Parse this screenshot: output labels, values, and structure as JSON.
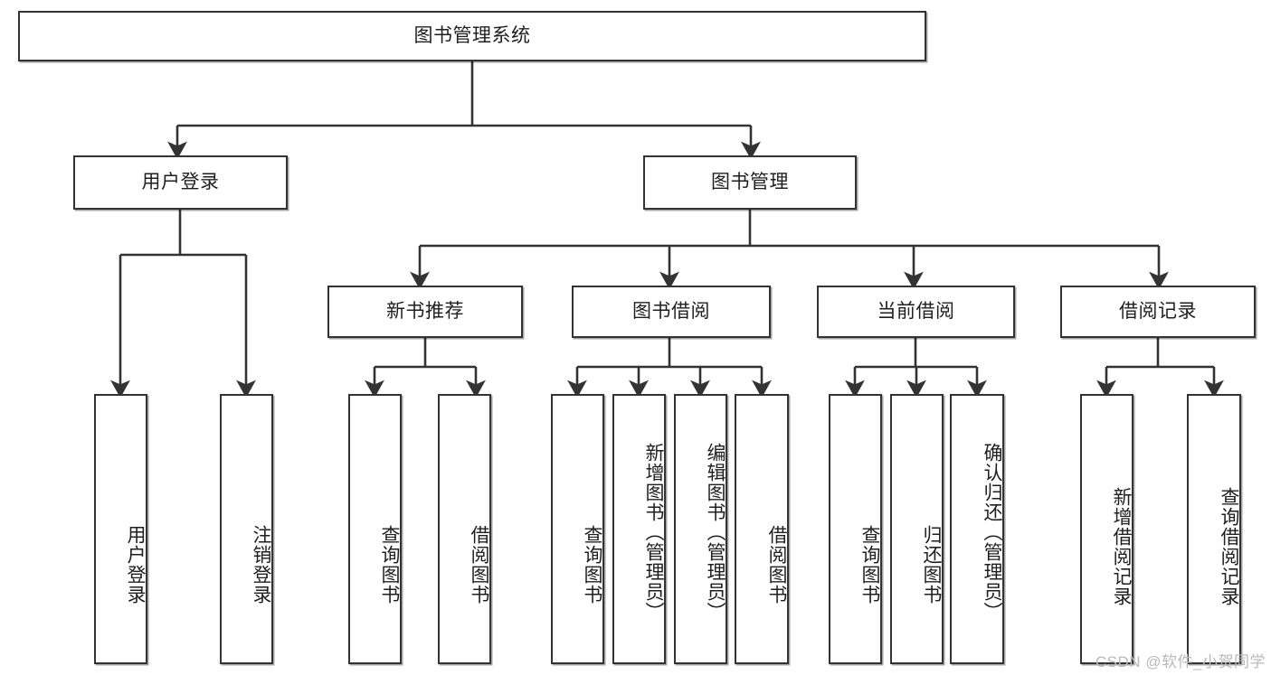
{
  "diagram": {
    "title_node": {
      "label": "图书管理系统"
    },
    "level2": [
      {
        "id": "user-login",
        "label": "用户登录"
      },
      {
        "id": "book-management",
        "label": "图书管理"
      }
    ],
    "level3": [
      {
        "id": "new-book-recommend",
        "label": "新书推荐"
      },
      {
        "id": "book-borrow",
        "label": "图书借阅"
      },
      {
        "id": "current-borrow",
        "label": "当前借阅"
      },
      {
        "id": "borrow-record",
        "label": "借阅记录"
      }
    ],
    "leaves": {
      "user_login": [
        {
          "id": "leaf-user-login",
          "label": "用户登录"
        },
        {
          "id": "leaf-logout-login",
          "label": "注销登录"
        }
      ],
      "new_book_recommend": [
        {
          "id": "leaf-query-book-1",
          "label": "查询图书"
        },
        {
          "id": "leaf-borrow-book-1",
          "label": "借阅图书"
        }
      ],
      "book_borrow": [
        {
          "id": "leaf-query-book-2",
          "label": "查询图书"
        },
        {
          "id": "leaf-add-book",
          "label": "新增图书（管理员）"
        },
        {
          "id": "leaf-edit-book",
          "label": "编辑图书（管理员）"
        },
        {
          "id": "leaf-borrow-book-2",
          "label": "借阅图书"
        }
      ],
      "current_borrow": [
        {
          "id": "leaf-query-book-3",
          "label": "查询图书"
        },
        {
          "id": "leaf-return-book",
          "label": "归还图书"
        },
        {
          "id": "leaf-confirm-return",
          "label": "确认归还（管理员）"
        }
      ],
      "borrow_record": [
        {
          "id": "leaf-add-record",
          "label": "新增借阅记录"
        },
        {
          "id": "leaf-query-record",
          "label": "查询借阅记录"
        }
      ]
    },
    "watermark": "CSDN @软件_小贺同学",
    "colors": {
      "stroke": "#333333",
      "fill": "#ffffff",
      "text": "#1f1f1f",
      "watermark": "#b9b9b9"
    }
  }
}
